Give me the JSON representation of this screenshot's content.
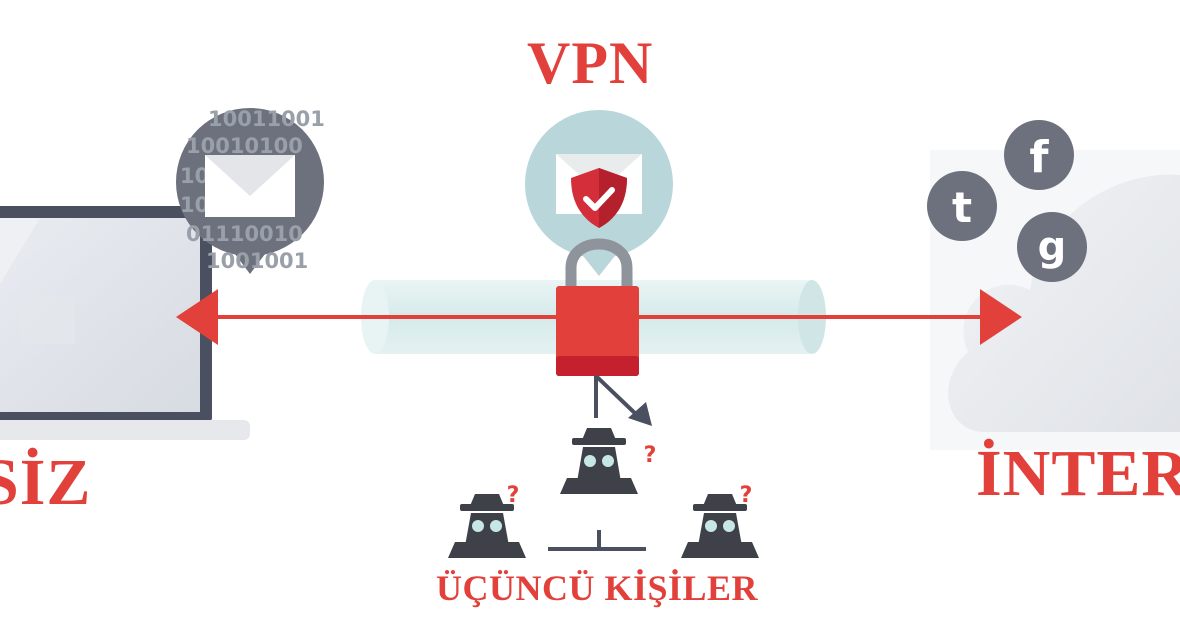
{
  "labels": {
    "vpn": "VPN",
    "you": "SİZ",
    "internet": "İNTER",
    "third_parties": "ÜÇÜNCÜ KİŞİLER"
  },
  "binary_text": {
    "row1": "10011001",
    "row2": "10010100",
    "row3": "10      01",
    "row4": "10      10",
    "row5": "01110010",
    "row6": "1001001"
  },
  "social_icons": [
    "twitter-icon",
    "facebook-icon",
    "google-icon"
  ],
  "social_glyphs": {
    "twitter": "t",
    "facebook": "f",
    "google": "g"
  },
  "spy_marks": {
    "center": "?",
    "left": "?",
    "right": "?"
  },
  "colors": {
    "accent_red": "#e2403a",
    "lock_dark": "#c4202d",
    "icon_gray": "#6d717d",
    "bubble_teal": "#b9d6da",
    "tunnel": "#d9ecec"
  }
}
